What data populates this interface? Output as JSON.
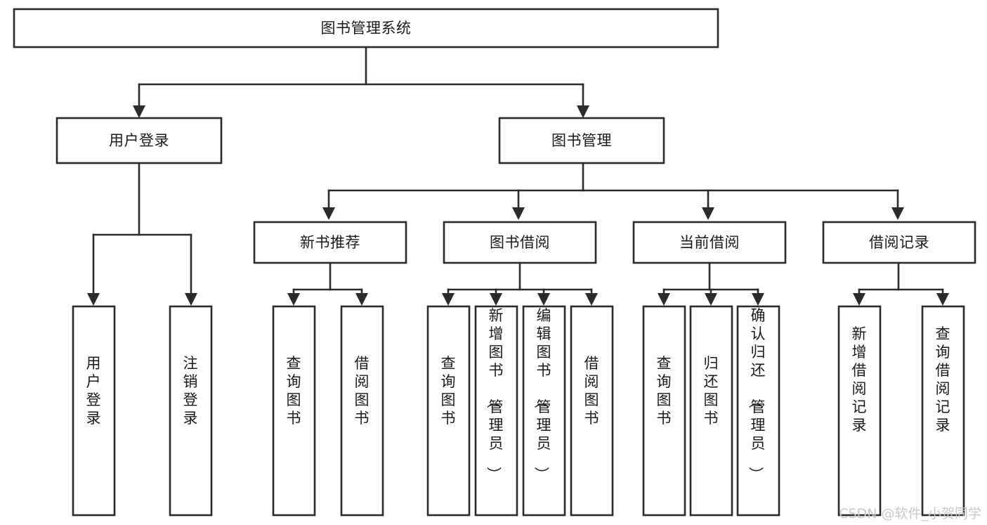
{
  "diagram": {
    "type": "tree",
    "title": "图书管理系统",
    "watermark": "CSDN @软件_小贺同学",
    "colors": {
      "box_stroke": "#2b2b2b",
      "box_fill": "#ffffff",
      "text": "#1a1a1a",
      "connector": "#2b2b2b",
      "watermark": "#c9c9c9",
      "background": "#ffffff"
    },
    "nodes": {
      "root": {
        "label": "图书管理系统"
      },
      "level2": [
        {
          "label": "用户登录"
        },
        {
          "label": "图书管理"
        }
      ],
      "level3": [
        {
          "label": "新书推荐"
        },
        {
          "label": "图书借阅"
        },
        {
          "label": "当前借阅"
        },
        {
          "label": "借阅记录"
        }
      ],
      "leaves_user_login": [
        {
          "label": "用户登录"
        },
        {
          "label": "注销登录"
        }
      ],
      "leaves_new_book": [
        {
          "label": "查询图书"
        },
        {
          "label": "借阅图书"
        }
      ],
      "leaves_borrow": [
        {
          "label": "查询图书"
        },
        {
          "label": "新增图书（管理员）"
        },
        {
          "label": "编辑图书（管理员）"
        },
        {
          "label": "借阅图书"
        }
      ],
      "leaves_current": [
        {
          "label": "查询图书"
        },
        {
          "label": "归还图书"
        },
        {
          "label": "确认归还（管理员）"
        }
      ],
      "leaves_records": [
        {
          "label": "新增借阅记录"
        },
        {
          "label": "查询借阅记录"
        }
      ]
    }
  }
}
